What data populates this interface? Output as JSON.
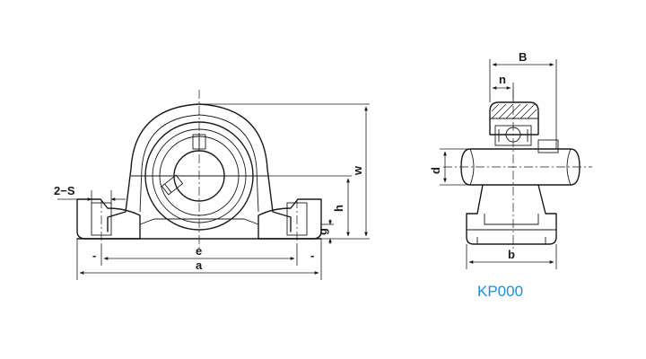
{
  "labels": {
    "two_s": "2−S",
    "e": "e",
    "a": "a",
    "h": "h",
    "g": "g",
    "w": "w",
    "B": "B",
    "n": "n",
    "d": "d",
    "b": "b",
    "minus_left": "-",
    "minus_right": "-"
  },
  "model": "KP000",
  "colors": {
    "line": "#1a1a1a",
    "model_text": "#1e90d8"
  }
}
